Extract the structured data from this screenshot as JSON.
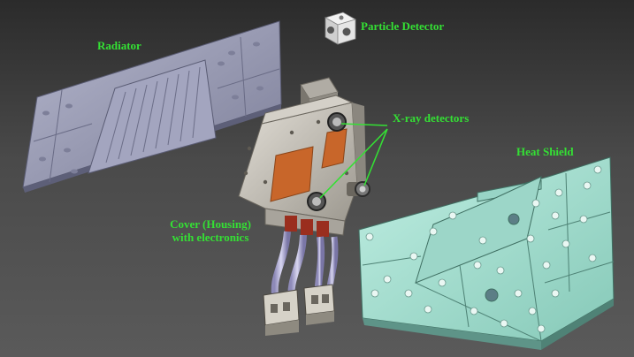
{
  "labels": {
    "particle_detector": "Particle Detector",
    "radiator": "Radiator",
    "xray_detectors": "X-ray detectors",
    "heat_shield": "Heat Shield",
    "cover_line1": "Cover (Housing)",
    "cover_line2": "with electronics"
  },
  "colors": {
    "label_green": "#34e034",
    "radiator": "#9a9cb6",
    "heat_shield": "#a6ded0",
    "housing": "#c8c4bc",
    "copper": "#c8662a"
  }
}
